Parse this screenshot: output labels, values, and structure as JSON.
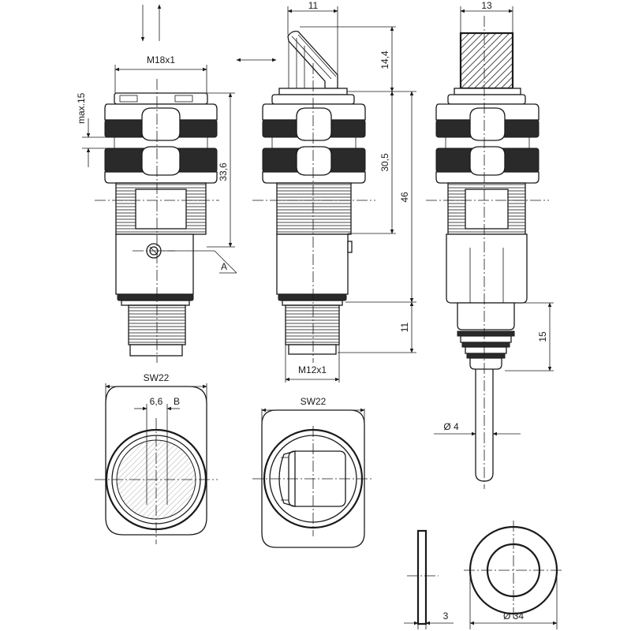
{
  "labels": {
    "thread_m18": "M18x1",
    "max_15": "max.15",
    "dim_33_6": "33,6",
    "callout_a": "A",
    "dim_11_top": "11",
    "dim_14_4": "14,4",
    "dim_30_5": "30,5",
    "dim_46": "46",
    "dim_11_side": "11",
    "thread_m12": "M12x1",
    "dim_13": "13",
    "dim_15": "15",
    "dia_4": "Ø 4",
    "sw22_left": "SW22",
    "dim_6_6": "6,6",
    "callout_b": "B",
    "sw22_mid": "SW22",
    "dim_3": "3",
    "dia_34": "Ø 34"
  }
}
